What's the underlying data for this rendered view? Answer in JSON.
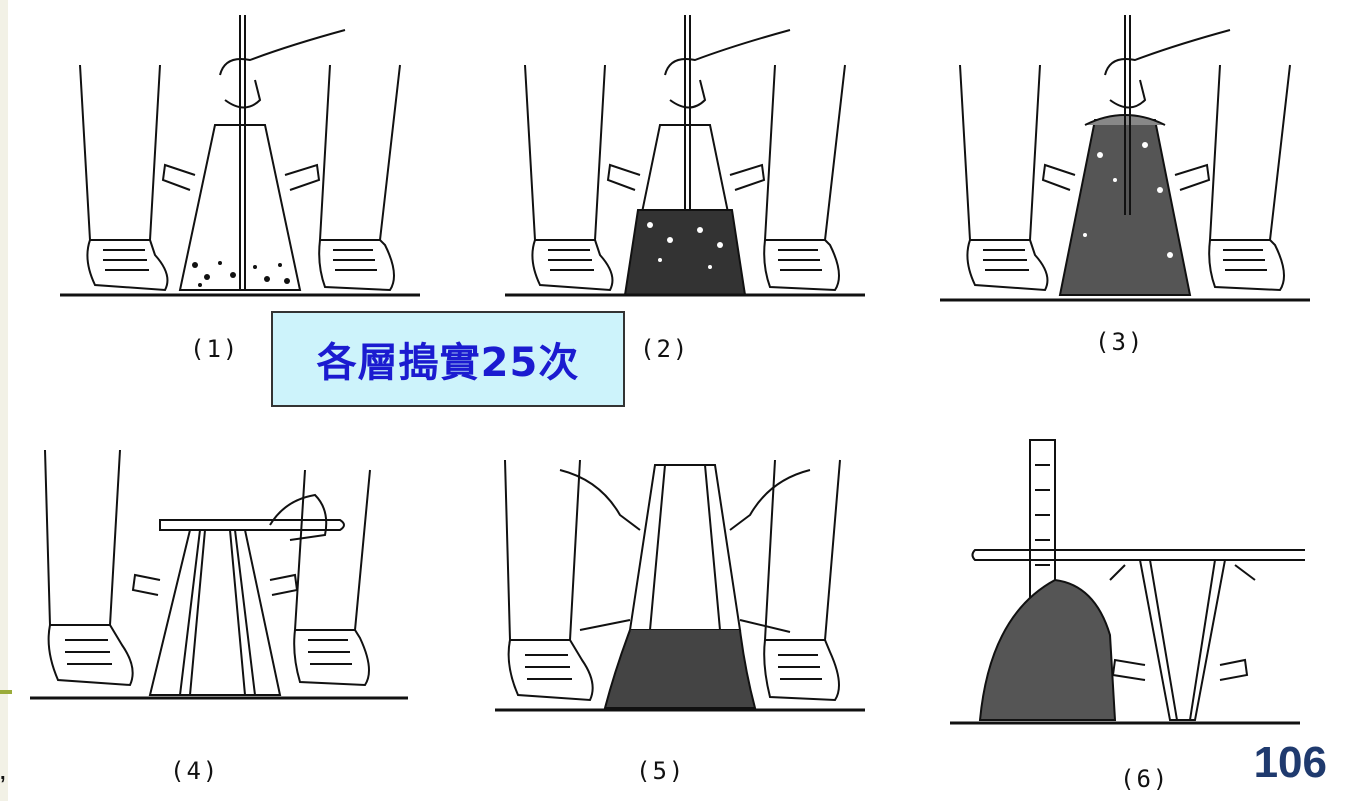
{
  "edge_text": ",",
  "callout": {
    "text": "各層搗實25次",
    "bg": "#cdf3fb",
    "color": "#1b1bd0"
  },
  "panels": [
    {
      "label": "(1)"
    },
    {
      "label": "(2)"
    },
    {
      "label": "(3)"
    },
    {
      "label": "(4)"
    },
    {
      "label": "(5)"
    },
    {
      "label": "(6)"
    }
  ],
  "page_number": "106",
  "colors": {
    "accent": "#9aab3a",
    "page_number": "#1f3a6e"
  }
}
